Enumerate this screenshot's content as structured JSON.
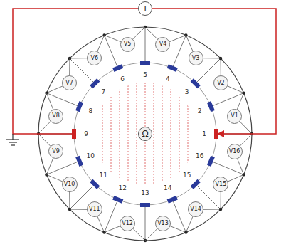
{
  "diagram": {
    "nodes": [
      {
        "text": [
          "I"
        ]
      },
      {
        "text": [
          "V1"
        ]
      },
      {
        "text": [
          "V2"
        ]
      },
      {
        "text": [
          "V3"
        ]
      },
      {
        "text": [
          "V4"
        ]
      },
      {
        "text": [
          "V5"
        ]
      },
      {
        "text": [
          "V6"
        ]
      },
      {
        "text": [
          "V7"
        ]
      },
      {
        "text": [
          "V8"
        ]
      },
      {
        "text": [
          "V9"
        ]
      },
      {
        "text": [
          "V10"
        ]
      },
      {
        "text": [
          "V11"
        ]
      },
      {
        "text": [
          "V12"
        ]
      },
      {
        "text": [
          "V13"
        ]
      },
      {
        "text": [
          "V14"
        ]
      },
      {
        "text": [
          "V15"
        ]
      },
      {
        "text": [
          "V16"
        ]
      },
      {
        "text": [
          "Ω"
        ]
      }
    ],
    "labels": [
      "1",
      "2",
      "3",
      "4",
      "5",
      "6",
      "7",
      "8",
      "9",
      "10",
      "11",
      "12",
      "13",
      "14",
      "15",
      "16"
    ]
  }
}
